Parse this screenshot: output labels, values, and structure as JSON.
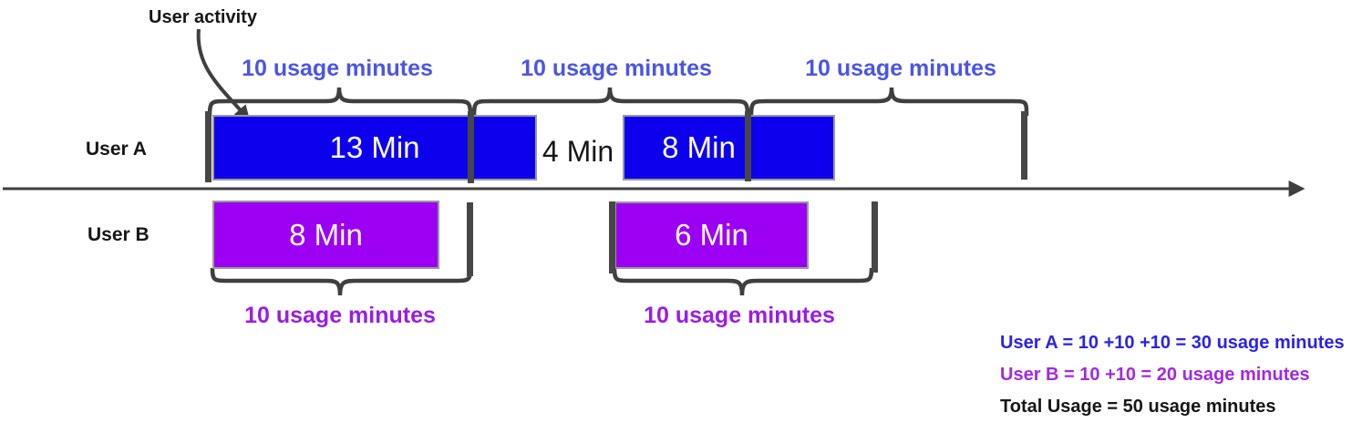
{
  "title": "User activity",
  "rows": {
    "user_a_label": "User A",
    "user_b_label": "User B"
  },
  "user_a": {
    "segments": [
      {
        "label": "13 Min",
        "minutes": 13
      },
      {
        "label": "8 Min",
        "minutes": 8
      }
    ],
    "gap_label": "4 Min",
    "brace_labels": [
      "10 usage minutes",
      "10 usage minutes",
      "10 usage minutes"
    ]
  },
  "user_b": {
    "segments": [
      {
        "label": "8 Min",
        "minutes": 8
      },
      {
        "label": "6 Min",
        "minutes": 6
      }
    ],
    "brace_labels": [
      "10 usage minutes",
      "10 usage minutes"
    ]
  },
  "summary": {
    "user_a": "User A = 10 +10 +10 = 30 usage minutes",
    "user_b": "User B = 10 +10 = 20 usage minutes",
    "total": "Total Usage = 50 usage minutes"
  },
  "chart_data": {
    "type": "timeline",
    "unit": "minutes",
    "series": [
      {
        "name": "User A",
        "activity_blocks_min": [
          13,
          8
        ],
        "gap_between_blocks_min": 4,
        "billed_intervals_min": [
          10,
          10,
          10
        ],
        "total_usage_min": 30
      },
      {
        "name": "User B",
        "activity_blocks_min": [
          8,
          6
        ],
        "billed_intervals_min": [
          10,
          10
        ],
        "total_usage_min": 20
      }
    ],
    "total_usage_min": 50
  },
  "colors": {
    "user_a_bar": "#0d00ec",
    "user_b_bar": "#9c00f2",
    "usage_label_blue": "#4a55e8",
    "usage_label_purple": "#9a1ce6",
    "summary_blue": "#2a23ea",
    "summary_purple": "#a428e0",
    "text_black": "#161616",
    "line_gray": "#3f3f3f",
    "tick_gray": "#474747",
    "bar_border_gray": "#9a9a9a",
    "bar_text_white": "#ffffff"
  }
}
